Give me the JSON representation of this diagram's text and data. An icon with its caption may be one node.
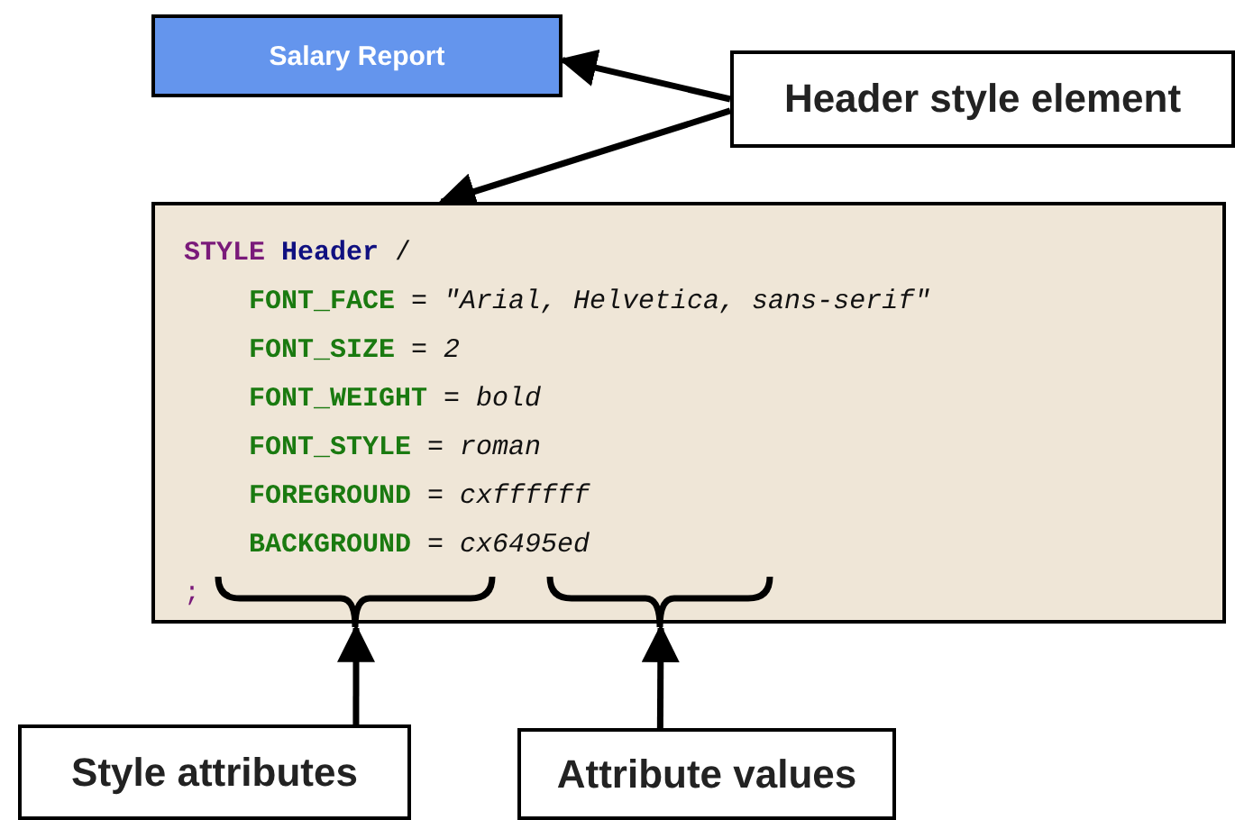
{
  "diagram": {
    "nodes": [
      {
        "text": [
          "Salary Report"
        ]
      },
      {
        "text": [
          "Header style element"
        ]
      },
      {
        "text": [
          "**STYLE** **Header** /",
          "**FONT_FACE** = *\"Arial, Helvetica, sans-serif\"*",
          "**FONT_SIZE** = *2*",
          "**FONT_WEIGHT** = *bold*",
          "**FONT_STYLE** = *roman*",
          "**FOREGROUND** = *cxffffff*",
          "**BACKGROUND** = *cx6495ed*",
          ";"
        ]
      },
      {
        "text": [],
        "shape": "brace",
        "in": 2
      },
      {
        "text": [],
        "shape": "brace",
        "in": 2
      },
      {
        "text": [
          "Style attributes"
        ]
      },
      {
        "text": [
          "Attribute values"
        ]
      }
    ],
    "edges": [
      {
        "from": 1,
        "to": 0,
        "arrow": "to"
      },
      {
        "from": 1,
        "to": 2,
        "arrow": "to"
      },
      {
        "from": 5,
        "to": 3,
        "arrow": "to"
      },
      {
        "from": 6,
        "to": 4,
        "arrow": "to"
      }
    ]
  }
}
